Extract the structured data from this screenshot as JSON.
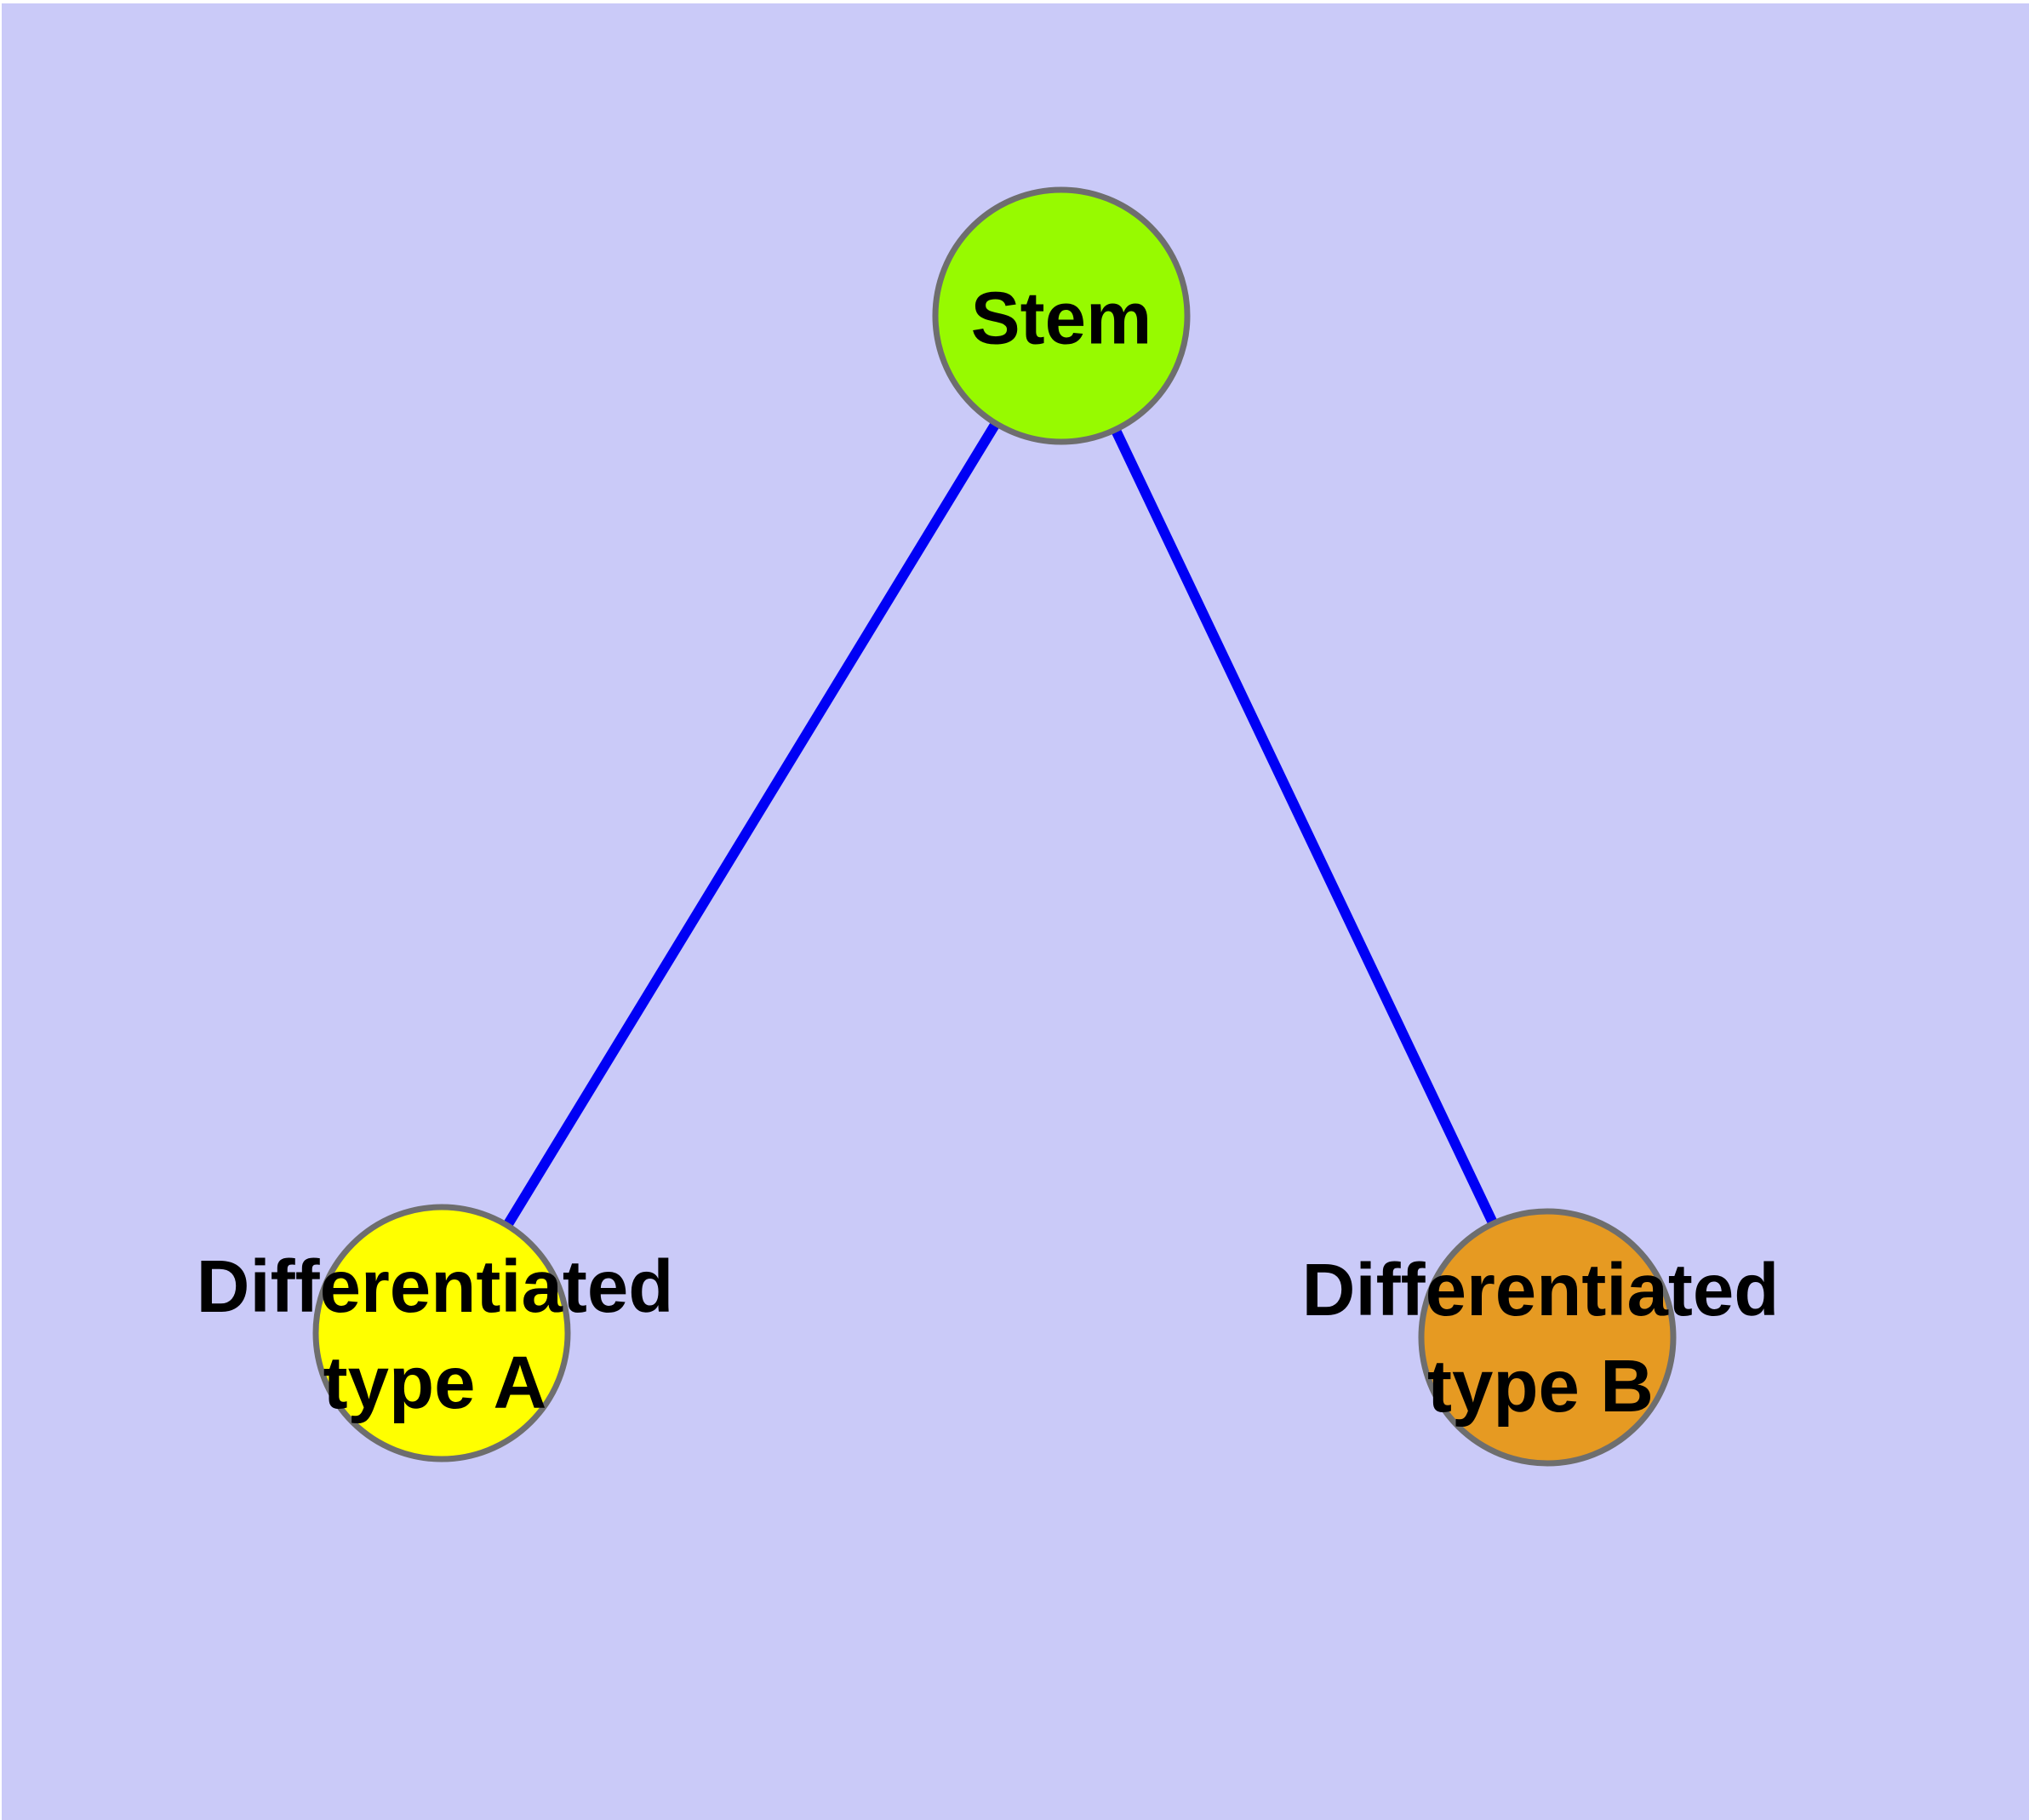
{
  "diagram": {
    "type": "graph",
    "background_color": "#CACAF8",
    "frame_color": "#FFFFFF",
    "edge_color": "#0000F5",
    "node_border_color": "#6E6E6E",
    "label_color": "#000000",
    "nodes": [
      {
        "id": "stem",
        "label": "Stem",
        "label_lines": [
          "Stem"
        ],
        "color": "#97FA00"
      },
      {
        "id": "type-a",
        "label": "Differentiated type A",
        "label_lines": [
          "Differentiated",
          "type A"
        ],
        "color": "#FFFF00"
      },
      {
        "id": "type-b",
        "label": "Differentiated type B",
        "label_lines": [
          "Differentiated",
          "type B"
        ],
        "color": "#E69A22"
      }
    ],
    "edges": [
      {
        "from": "Stem",
        "to": "Differentiated type A"
      },
      {
        "from": "Stem",
        "to": "Differentiated type B"
      }
    ]
  }
}
